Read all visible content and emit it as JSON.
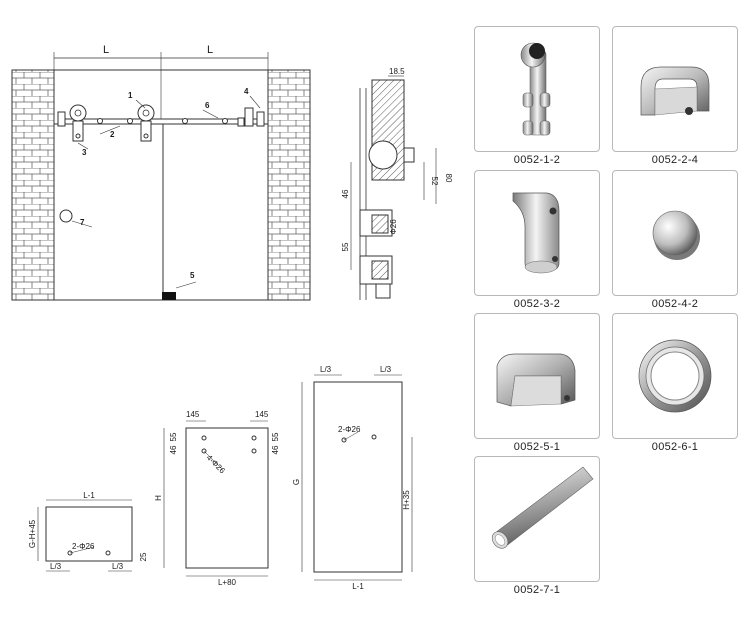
{
  "front_view": {
    "dim_left": "L",
    "dim_right": "L",
    "callouts": [
      "1",
      "2",
      "3",
      "4",
      "5",
      "6",
      "7"
    ]
  },
  "section_view": {
    "dims": [
      "18.5",
      "80",
      "52",
      "46",
      "Φ26",
      "55"
    ]
  },
  "panel_small": {
    "width": "L-1",
    "height": "G-H+45",
    "holes": "2-Φ26",
    "offset_left": "L/3",
    "offset_right": "L/3",
    "corner": "25"
  },
  "panel_mid": {
    "width": "L+80",
    "height": "H",
    "offset_left": "145",
    "offset_right": "145",
    "v_left_a": "55",
    "v_left_b": "46",
    "v_right_a": "55",
    "v_right_b": "46",
    "holes": "4-Φ26"
  },
  "panel_tall": {
    "width": "L-1",
    "height": "G",
    "offset_left": "L/3",
    "offset_right": "L/3",
    "holes": "2-Φ26",
    "h_right": "H+35"
  },
  "parts": [
    {
      "code": "0052-1-2",
      "icon": "roller-hanger-icon"
    },
    {
      "code": "0052-2-4",
      "icon": "glass-clamp-icon"
    },
    {
      "code": "0052-3-2",
      "icon": "wall-bracket-icon"
    },
    {
      "code": "0052-4-2",
      "icon": "round-knob-icon"
    },
    {
      "code": "0052-5-1",
      "icon": "floor-guide-icon"
    },
    {
      "code": "0052-6-1",
      "icon": "ring-handle-icon"
    },
    {
      "code": "0052-7-1",
      "icon": "rail-tube-icon"
    }
  ],
  "colors": {
    "line": "#1a1a1a",
    "chrome_light": "#f2f2f2",
    "chrome_dark": "#6e6e6e",
    "frame": "#b8b8b8"
  }
}
